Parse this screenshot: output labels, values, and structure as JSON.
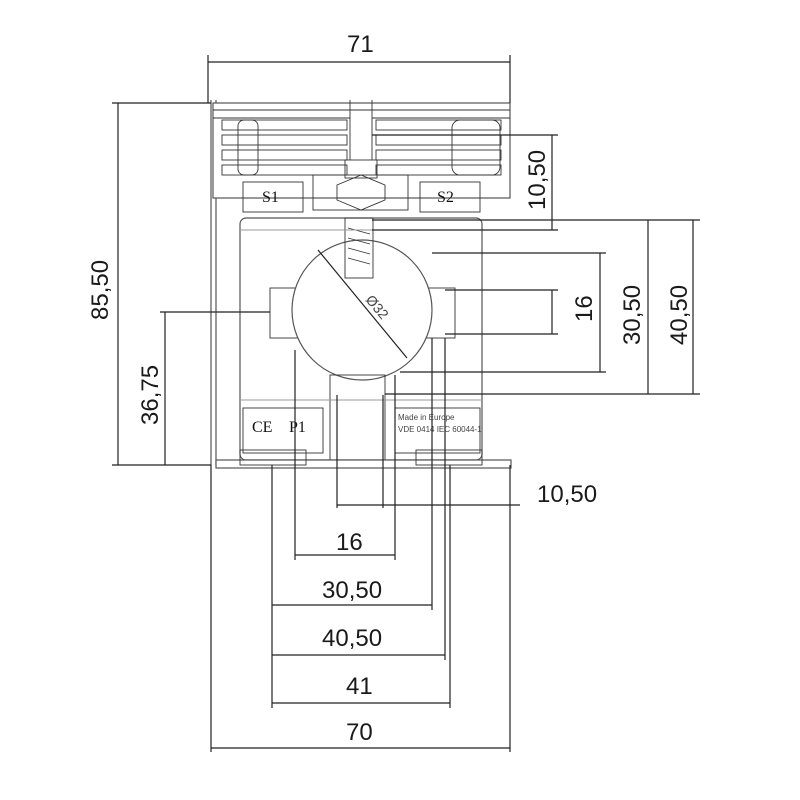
{
  "dimensions": {
    "width_top": "71",
    "width_bottom": "70",
    "height_total": "85,50",
    "height_center": "36,75",
    "right_10_50": "10,50",
    "right_16": "16",
    "right_30_50": "30,50",
    "right_40_50": "40,50",
    "bottom_10_50": "10,50",
    "bottom_16": "16",
    "bottom_30_50": "30,50",
    "bottom_40_50": "40,50",
    "bottom_41": "41",
    "diameter": "Ø32"
  },
  "markings": {
    "terminal_s1": "S1",
    "terminal_s2": "S2",
    "terminal_p1": "P1",
    "ce": "CE",
    "made_in": "Made in Europe",
    "standard": "VDE 0414 IEC 60044-1"
  }
}
